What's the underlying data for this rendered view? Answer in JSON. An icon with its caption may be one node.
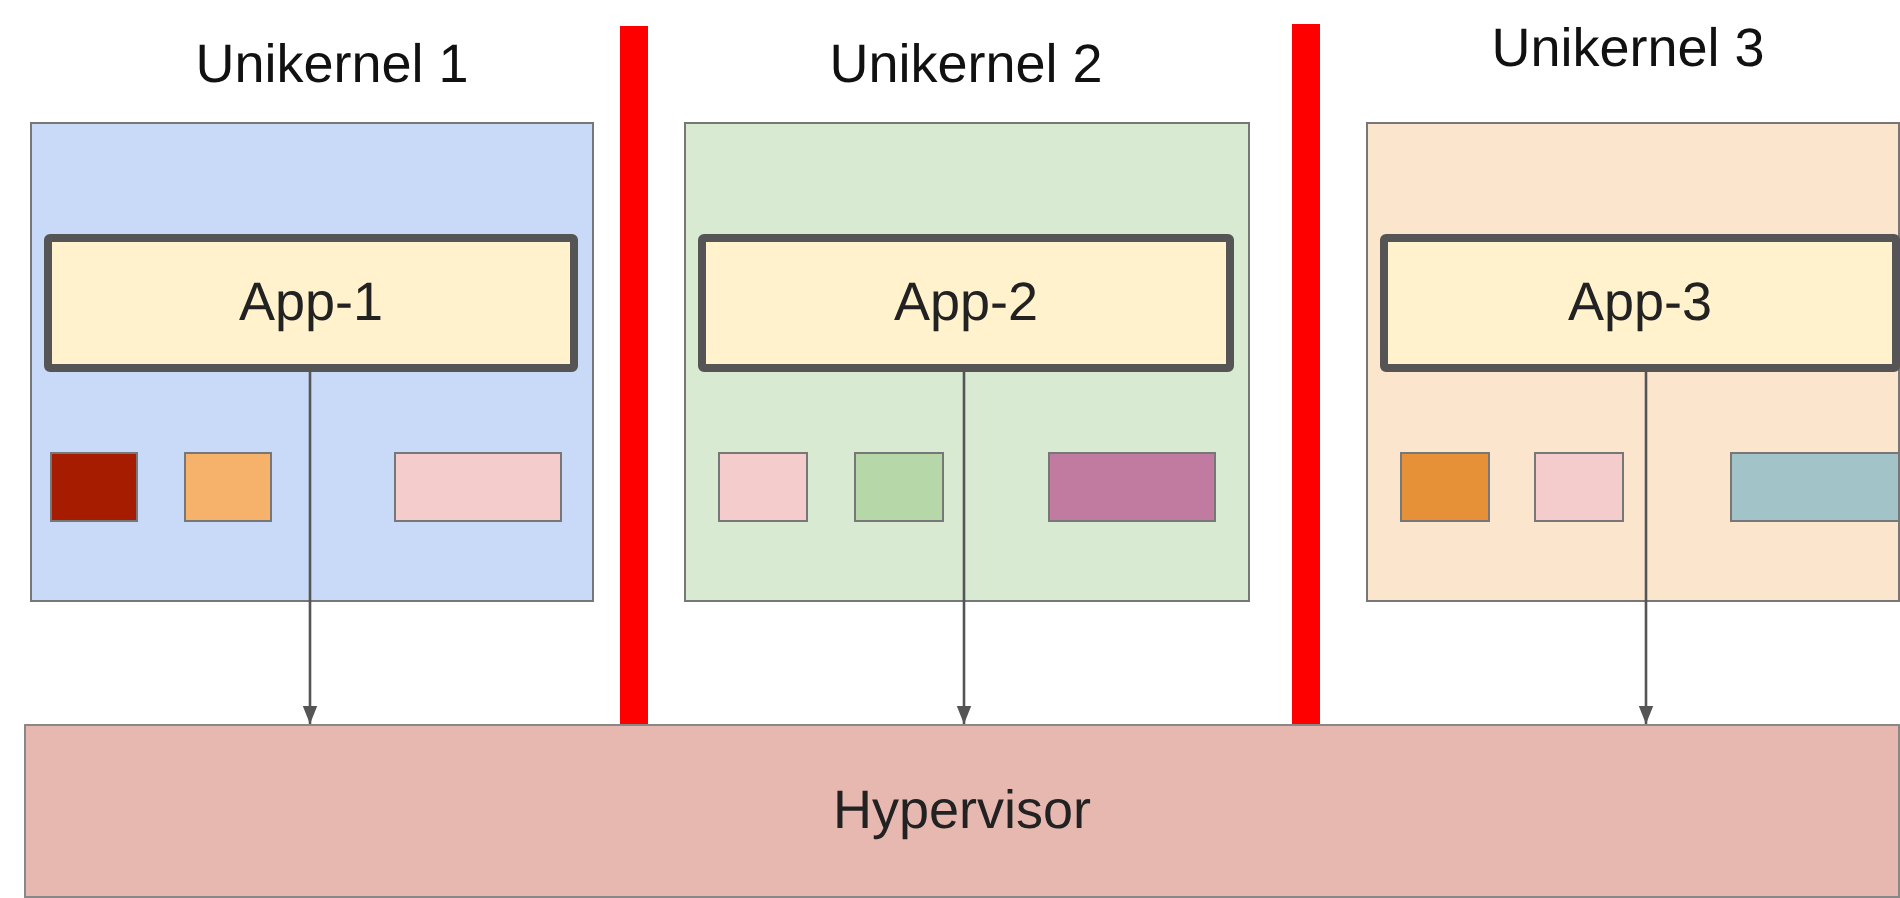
{
  "diagram": {
    "nodes": [
      {
        "text": [
          "Unikernel 1"
        ]
      },
      {
        "text": [
          "App-1"
        ],
        "in": 0
      },
      {
        "text": [],
        "shape": "box",
        "in": 0
      },
      {
        "text": [],
        "shape": "box",
        "in": 0
      },
      {
        "text": [],
        "shape": "box",
        "in": 0
      },
      {
        "text": [
          "Unikernel 2"
        ]
      },
      {
        "text": [
          "App-2"
        ],
        "in": 5
      },
      {
        "text": [],
        "shape": "box",
        "in": 5
      },
      {
        "text": [],
        "shape": "box",
        "in": 5
      },
      {
        "text": [],
        "shape": "box",
        "in": 5
      },
      {
        "text": [
          "Unikernel 3"
        ]
      },
      {
        "text": [
          "App-3"
        ],
        "in": 10
      },
      {
        "text": [],
        "shape": "box",
        "in": 10
      },
      {
        "text": [],
        "shape": "box",
        "in": 10
      },
      {
        "text": [],
        "shape": "box",
        "in": 10
      },
      {
        "text": [
          "Hypervisor"
        ]
      },
      {
        "text": [],
        "shape": "bar"
      },
      {
        "text": [],
        "shape": "bar"
      }
    ],
    "edges": [
      {
        "from": 1,
        "to": 15,
        "arrow": "to"
      },
      {
        "from": 6,
        "to": 15,
        "arrow": "to"
      },
      {
        "from": 11,
        "to": 15,
        "arrow": "to"
      }
    ]
  }
}
